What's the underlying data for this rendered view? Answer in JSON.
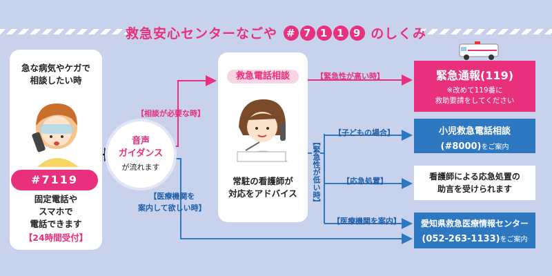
{
  "title": {
    "prefix": "救急安心センターなごや",
    "hash": "#",
    "digits": [
      "7",
      "1",
      "1",
      "9"
    ],
    "suffix": "のしくみ"
  },
  "left": {
    "question": "急な病気やケガで\n相談したい時",
    "number": "#7119",
    "phones": "固定電話や\nスマホで\n電話できます",
    "hours": "【24時間受付】"
  },
  "guidance": {
    "line1": "音声",
    "line2": "ガイダンス",
    "line3": "が流れます"
  },
  "center": {
    "pill": "救急電話相談",
    "text": "常駐の看護師が\n対応をアドバイス"
  },
  "labels": {
    "need": "【相談が必要な時】",
    "hospital": "【医療機関を\n案内して欲しい時】",
    "high": "【緊急性が高い時】",
    "low": "【緊急性が低い時】",
    "child": "【子どもの場合】",
    "first_aid": "【応急処置】",
    "guide_hospital": "【医療機関を案内】"
  },
  "emergency": {
    "title": "緊急通報(119)",
    "note": "※改めて119番に\n救助要請をしてください"
  },
  "child": {
    "title": "小児救急電話相談",
    "num": "(#8000)",
    "suffix": "をご案内"
  },
  "nurse": {
    "text": "看護師による応急処置の\n助言を受けられます"
  },
  "aichi": {
    "title": "愛知県救急医療情報センター",
    "num": "(052-263-1133)",
    "suffix": "をご案内"
  },
  "colors": {
    "pink": "#e8307c",
    "blue": "#2e78c2",
    "bg": "#c9d2ec"
  }
}
